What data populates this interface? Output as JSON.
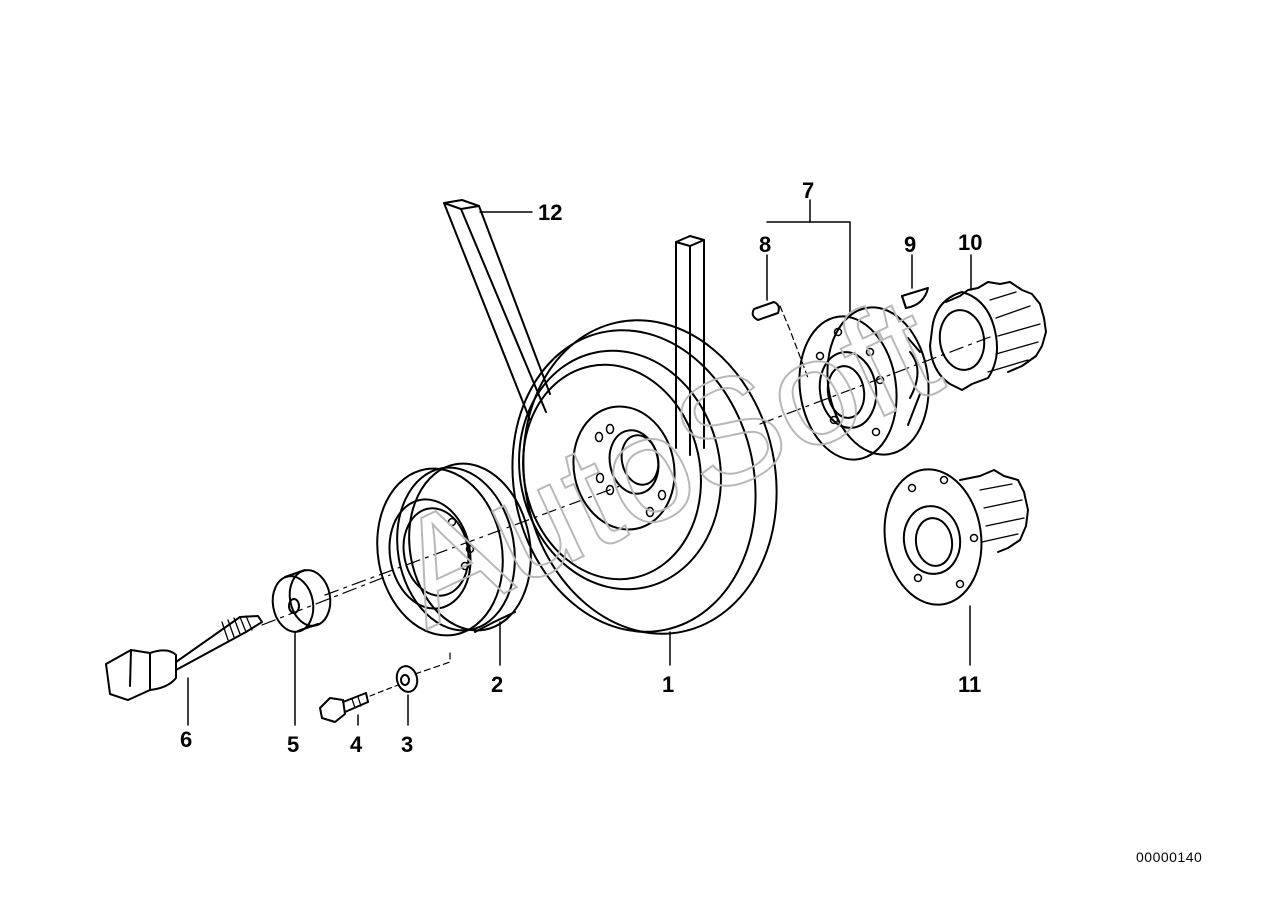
{
  "watermark": "AutoSoft",
  "diagram_id": "00000140",
  "callouts": [
    {
      "id": "1",
      "text": "1"
    },
    {
      "id": "2",
      "text": "2"
    },
    {
      "id": "3",
      "text": "3"
    },
    {
      "id": "4",
      "text": "4"
    },
    {
      "id": "5",
      "text": "5"
    },
    {
      "id": "6",
      "text": "6"
    },
    {
      "id": "7",
      "text": "7"
    },
    {
      "id": "8",
      "text": "8"
    },
    {
      "id": "9",
      "text": "9"
    },
    {
      "id": "10",
      "text": "10"
    },
    {
      "id": "11",
      "text": "11"
    },
    {
      "id": "12",
      "text": "12"
    }
  ]
}
